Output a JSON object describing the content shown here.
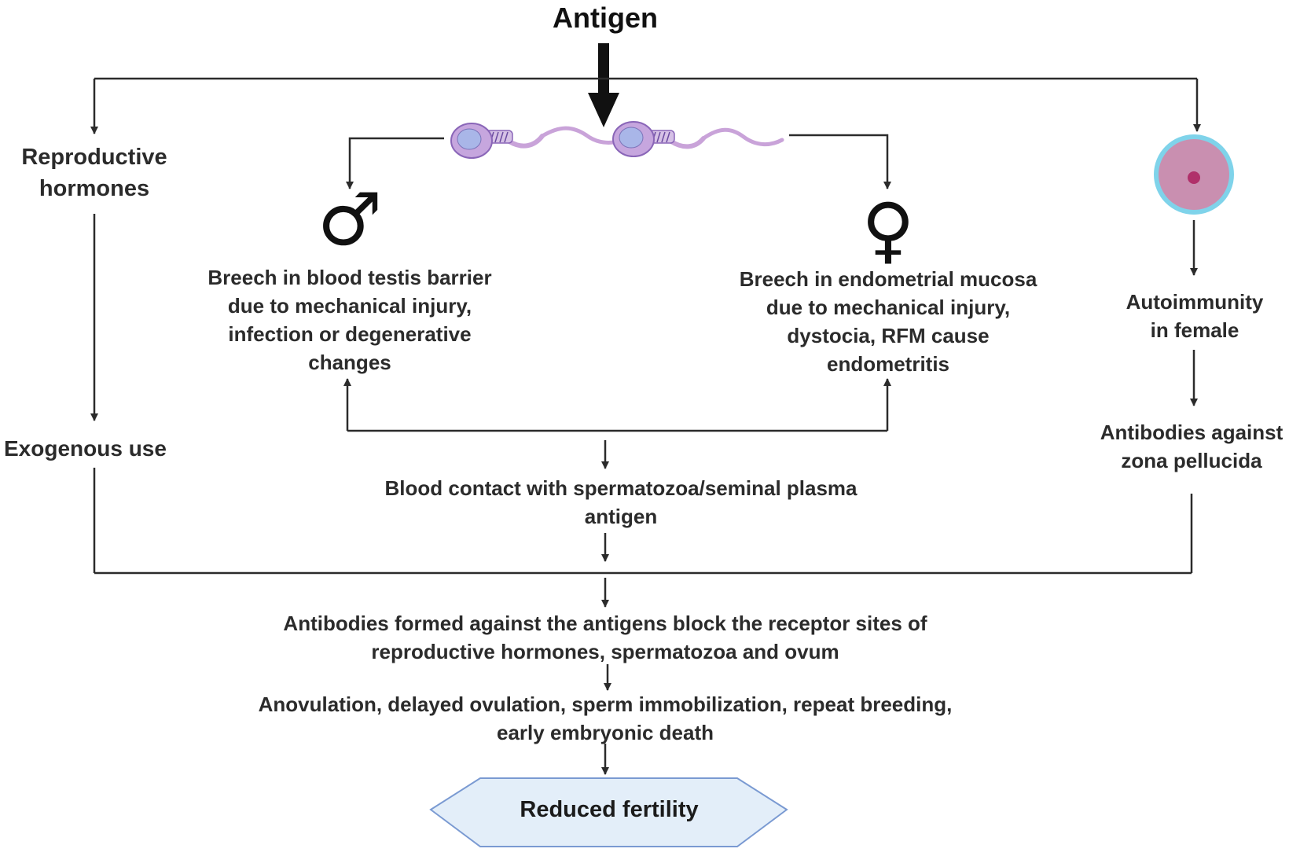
{
  "title": "Antigen",
  "left_branch": {
    "hormones": [
      "Reproductive",
      "hormones"
    ],
    "exogenous": "Exogenous use"
  },
  "male": {
    "symbol": "♂",
    "text": [
      "Breech in blood testis barrier",
      "due to mechanical injury,",
      "infection or degenerative",
      "changes"
    ]
  },
  "female": {
    "symbol": "♀",
    "text": [
      "Breech in endometrial mucosa",
      "due to mechanical injury,",
      "dystocia, RFM cause",
      "endometritis"
    ]
  },
  "right_branch": {
    "autoimmunity": [
      "Autoimmunity",
      "in female"
    ],
    "zona": [
      "Antibodies against",
      "zona pellucida"
    ]
  },
  "blood_contact": [
    "Blood contact with spermatozoa/seminal plasma",
    "antigen"
  ],
  "antibodies_formed": [
    "Antibodies formed against the antigens block the receptor sites of",
    "reproductive hormones, spermatozoa and ovum"
  ],
  "effects": [
    "Anovulation, delayed ovulation, sperm immobilization, repeat breeding,",
    "early embryonic death"
  ],
  "outcome": "Reduced fertility",
  "colors": {
    "line": "#2b2b2b",
    "sperm_body": "#c9a3d9",
    "sperm_head": "#b48fd0",
    "ovum_outer": "#7fd3ea",
    "ovum_inner": "#c98fb0",
    "ovum_nucleus": "#b0306a",
    "hexagon_fill": "#e3eef9",
    "hexagon_stroke": "#7a9ad2"
  }
}
